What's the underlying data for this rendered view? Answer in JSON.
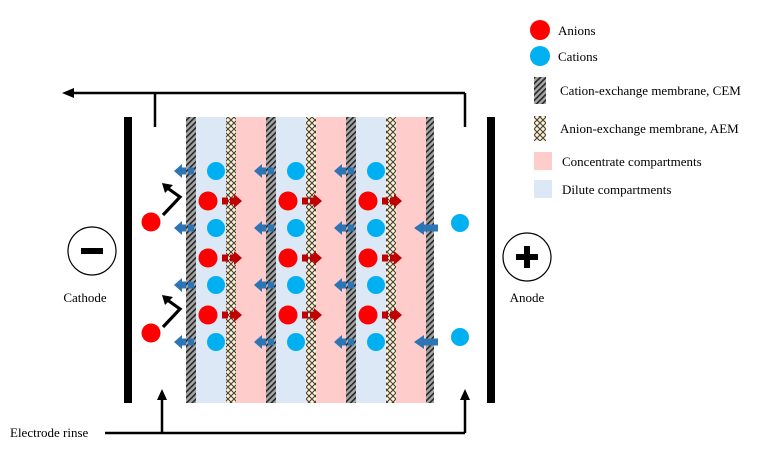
{
  "colors": {
    "anion": "#ff0000",
    "cation": "#00b0f0",
    "concentrate": "#ffcccc",
    "dilute": "#dce8f5",
    "cem_base": "#a6a6a6",
    "cem_stripe": "#262626",
    "aem_base": "#fff2cc",
    "aem_pattern": "#404040",
    "cation_arrow": "#2e75b6",
    "anion_arrow": "#c00000",
    "line": "#000000"
  },
  "legend": [
    {
      "key": "anion",
      "label": "Anions",
      "symbol": "anion-circle"
    },
    {
      "key": "cation",
      "label": "Cations",
      "symbol": "cation-circle"
    },
    {
      "key": "cem",
      "label": "Cation-exchange membrane, CEM",
      "symbol": "cem-swatch"
    },
    {
      "key": "aem",
      "label": "Anion-exchange membrane, AEM",
      "symbol": "aem-swatch"
    },
    {
      "key": "concentrate",
      "label": "Concentrate compartments",
      "symbol": "concentrate-swatch"
    },
    {
      "key": "dilute",
      "label": "Dilute compartments",
      "symbol": "dilute-swatch"
    }
  ],
  "electrodes": {
    "cathode": {
      "label": "Cathode",
      "sign": "minus"
    },
    "anode": {
      "label": "Anode",
      "sign": "plus"
    }
  },
  "rinse_label": "Electrode rinse",
  "stack": {
    "sequence": [
      "CEM",
      "dilute",
      "AEM",
      "concentrate",
      "CEM",
      "dilute",
      "AEM",
      "concentrate",
      "CEM",
      "dilute",
      "AEM",
      "concentrate",
      "CEM"
    ],
    "cell_pairs": 3,
    "cation_rows": 4,
    "anion_rows": 3
  }
}
